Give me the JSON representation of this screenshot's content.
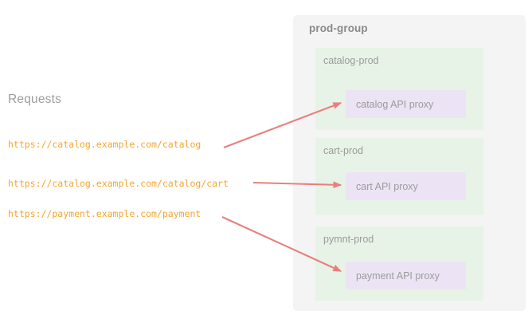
{
  "left_panel": {
    "heading": "Requests",
    "requests": [
      {
        "url": "https://catalog.example.com/catalog"
      },
      {
        "url": "https://catalog.example.com/catalog/cart"
      },
      {
        "url": "https://payment.example.com/payment"
      }
    ]
  },
  "right_panel": {
    "title": "prod-group",
    "subgroups": [
      {
        "title": "catalog-prod",
        "proxy": "catalog API proxy"
      },
      {
        "title": "cart-prod",
        "proxy": "cart API proxy"
      },
      {
        "title": "pymnt-prod",
        "proxy": "payment API proxy"
      }
    ]
  },
  "connections": [
    {
      "from": "https://catalog.example.com/catalog",
      "to": "catalog API proxy"
    },
    {
      "from": "https://catalog.example.com/catalog/cart",
      "to": "cart API proxy"
    },
    {
      "from": "https://payment.example.com/payment",
      "to": "payment API proxy"
    }
  ],
  "colors": {
    "url_text": "#f6a52e",
    "heading_text": "#9e9e9e",
    "group_panel_bg": "#f4f4f4",
    "subgroup_bg": "#e7f3e7",
    "proxy_bg": "#ece4f4",
    "arrow": "#e8807d",
    "label_text": "#9b9b9b",
    "background": "#ffffff"
  }
}
